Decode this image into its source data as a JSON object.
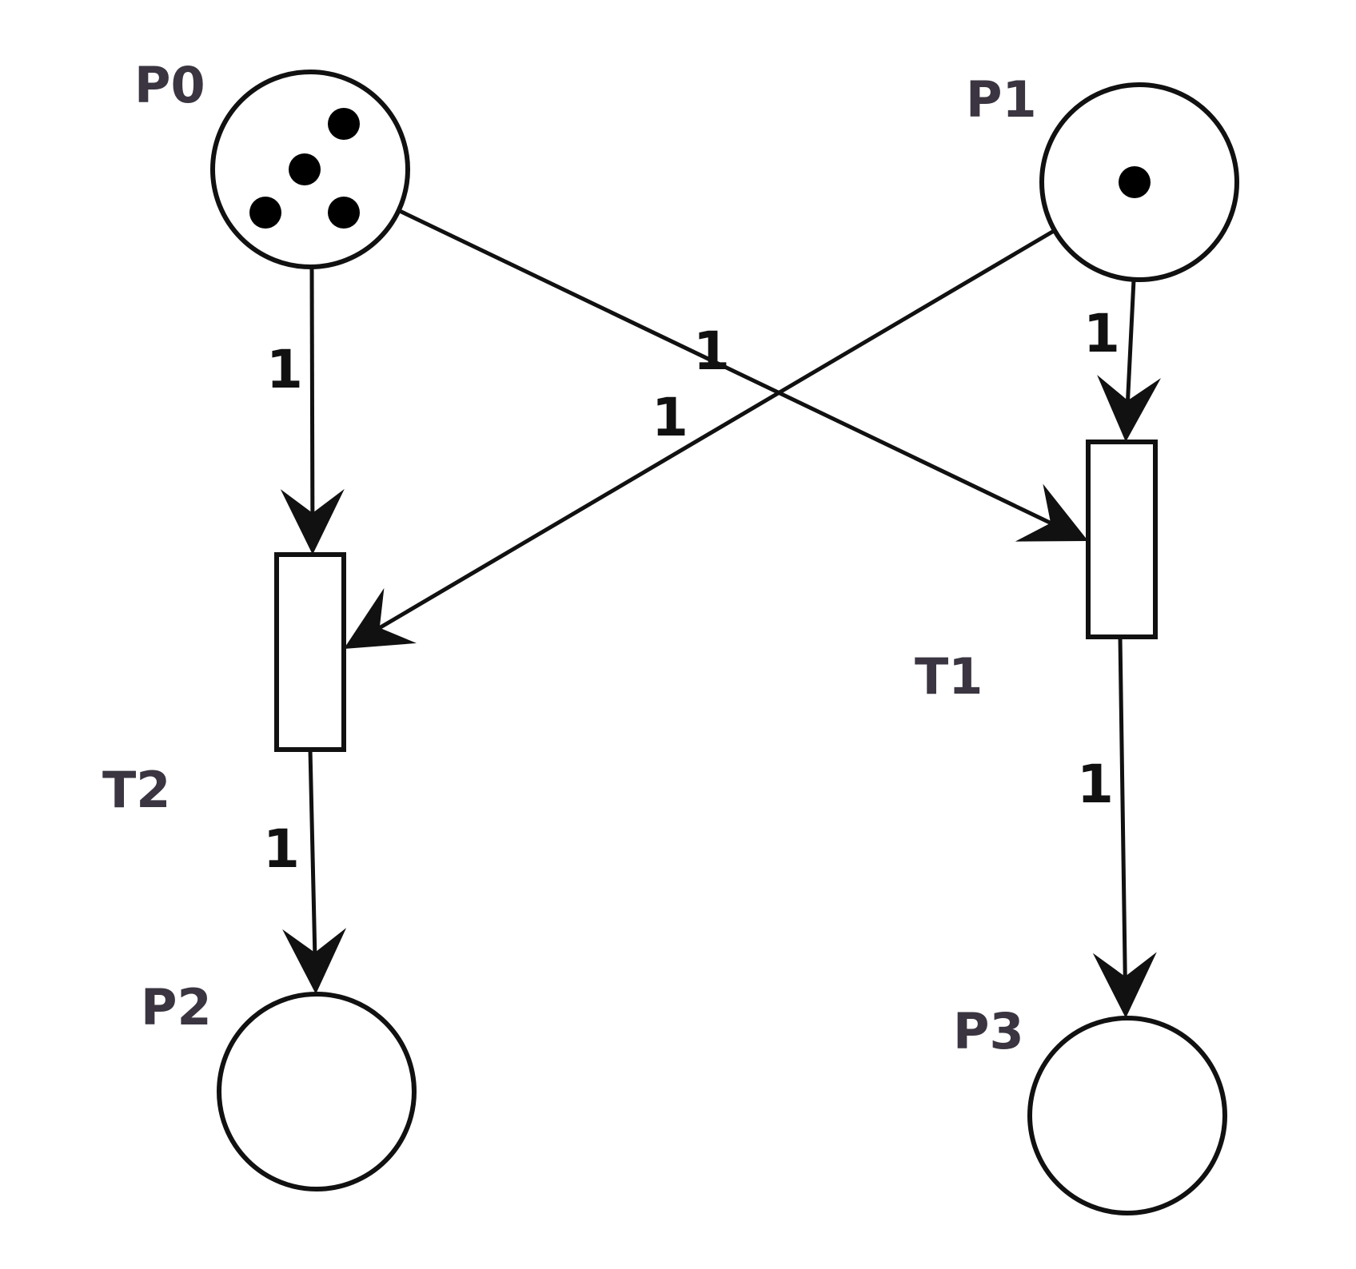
{
  "places": [
    {
      "id": "P0",
      "label": "P0",
      "tokens": 4
    },
    {
      "id": "P1",
      "label": "P1",
      "tokens": 1
    },
    {
      "id": "P2",
      "label": "P2",
      "tokens": 0
    },
    {
      "id": "P3",
      "label": "P3",
      "tokens": 0
    }
  ],
  "transitions": [
    {
      "id": "T1",
      "label": "T1"
    },
    {
      "id": "T2",
      "label": "T2"
    }
  ],
  "arcs": [
    {
      "id": "p0-t2",
      "from": "P0",
      "to": "T2",
      "weight": "1"
    },
    {
      "id": "p0-t1",
      "from": "P0",
      "to": "T1",
      "weight": "1"
    },
    {
      "id": "p1-t2",
      "from": "P1",
      "to": "T2",
      "weight": "1"
    },
    {
      "id": "p1-t1",
      "from": "P1",
      "to": "T1",
      "weight": "1"
    },
    {
      "id": "t2-p2",
      "from": "T2",
      "to": "P2",
      "weight": "1"
    },
    {
      "id": "t1-p3",
      "from": "T1",
      "to": "P3",
      "weight": "1"
    }
  ],
  "colors": {
    "stroke": "#111111",
    "label": "#3a3540",
    "token": "#000000"
  }
}
